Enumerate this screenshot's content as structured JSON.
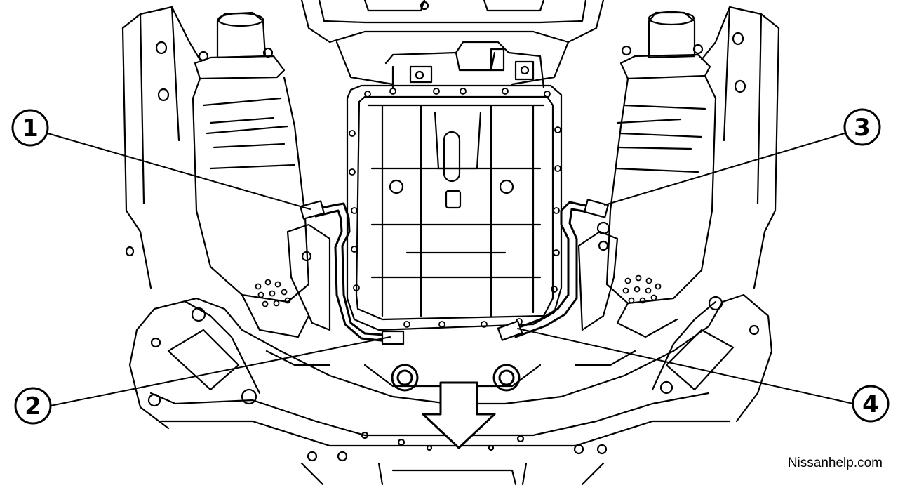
{
  "diagram": {
    "callouts": [
      {
        "id": "1",
        "label": "1"
      },
      {
        "id": "2",
        "label": "2"
      },
      {
        "id": "3",
        "label": "3"
      },
      {
        "id": "4",
        "label": "4"
      }
    ],
    "direction_arrow": "arrow-down-icon",
    "watermark": "Nissanhelp.com"
  },
  "colors": {
    "line": "#000000",
    "background": "#ffffff"
  }
}
